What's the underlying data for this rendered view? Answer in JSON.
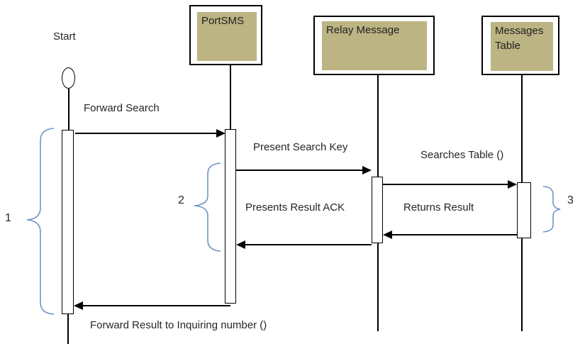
{
  "colors": {
    "box_fill": "#BDB484",
    "box_border": "#000000",
    "line": "#000000",
    "brace": "#6E94C5",
    "text": "#262626",
    "background": "#FFFFFF"
  },
  "actors": [
    {
      "id": "start",
      "label": "Start",
      "shape": "oval"
    },
    {
      "id": "portsms",
      "label": "PortSMS",
      "shape": "box"
    },
    {
      "id": "relay-message",
      "label": "Relay Message",
      "shape": "box"
    },
    {
      "id": "messages-table",
      "label": "Messages Table",
      "shape": "box"
    }
  ],
  "messages": [
    {
      "label": "Forward Search",
      "from": "Start",
      "to": "PortSMS",
      "direction": "right"
    },
    {
      "label": "Present Search Key",
      "from": "PortSMS",
      "to": "Relay Message",
      "direction": "right"
    },
    {
      "label": "Searches Table ()",
      "from": "Relay Message",
      "to": "Messages Table",
      "direction": "right"
    },
    {
      "label": "Returns Result",
      "from": "Messages Table",
      "to": "Relay Message",
      "direction": "left"
    },
    {
      "label": "Presents Result ACK",
      "from": "Relay Message",
      "to": "PortSMS",
      "direction": "left"
    },
    {
      "label": "Forward Result to Inquiring number ()",
      "from": "PortSMS",
      "to": "Start",
      "direction": "left"
    }
  ],
  "annotations": [
    {
      "label": "1",
      "refers_to": "Start activation"
    },
    {
      "label": "2",
      "refers_to": "PortSMS activation"
    },
    {
      "label": "3",
      "refers_to": "Messages Table activation"
    }
  ]
}
